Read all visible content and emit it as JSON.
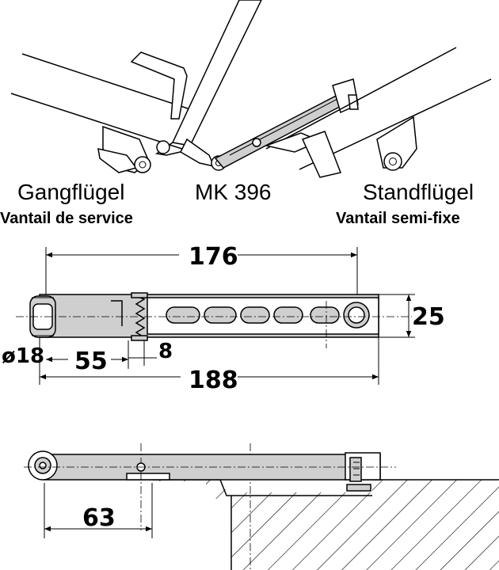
{
  "labels": {
    "gang_de": "Gangflügel",
    "gang_fr": "Vantail de service",
    "model": "MK 396",
    "stand_de": "Standflügel",
    "stand_fr": "Vantail semi-fixe"
  },
  "dimensions": {
    "d176": "176",
    "d25": "25",
    "d18": "ø18",
    "d55": "55",
    "d8": "8",
    "d188": "188",
    "d63": "63"
  }
}
